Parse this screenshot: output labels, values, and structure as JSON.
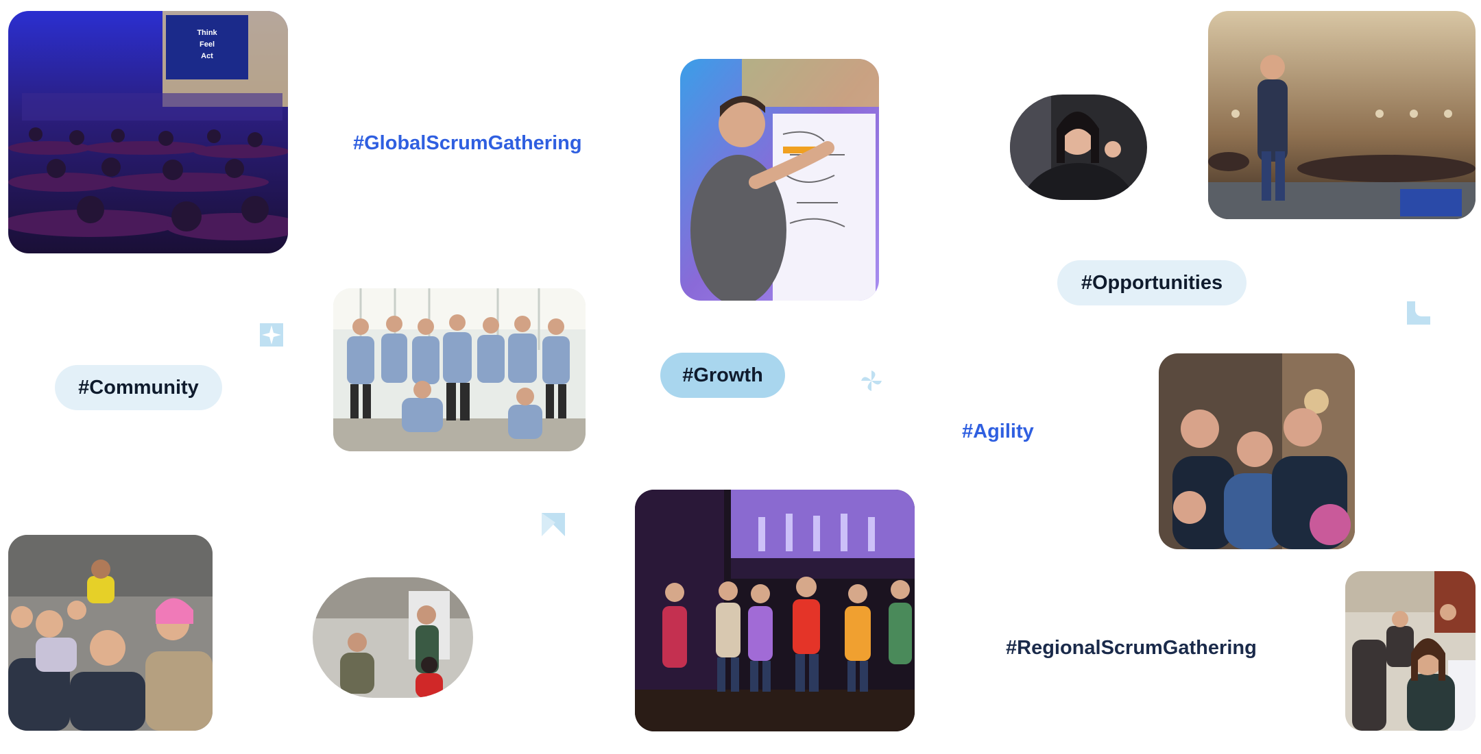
{
  "tags": {
    "global_scrum_gathering": "#GlobalScrumGathering",
    "opportunities": "#Opportunities",
    "community": "#Community",
    "growth": "#Growth",
    "agility": "#Agility",
    "regional_scrum_gathering": "#RegionalScrumGathering"
  },
  "stage_screen": {
    "line1": "Think",
    "line2": "Feel",
    "line3": "Act"
  },
  "colors": {
    "tag_blue": "#2f5fe0",
    "tag_dark": "#1a2a4a",
    "pill_light": "#e3f0f8",
    "pill_medium": "#a9d6ee",
    "decor_blue": "#bfe0f2"
  },
  "icons": [
    "sparkle-icon",
    "pinwheel-icon",
    "arrow-shape-icon",
    "step-shape-icon"
  ]
}
